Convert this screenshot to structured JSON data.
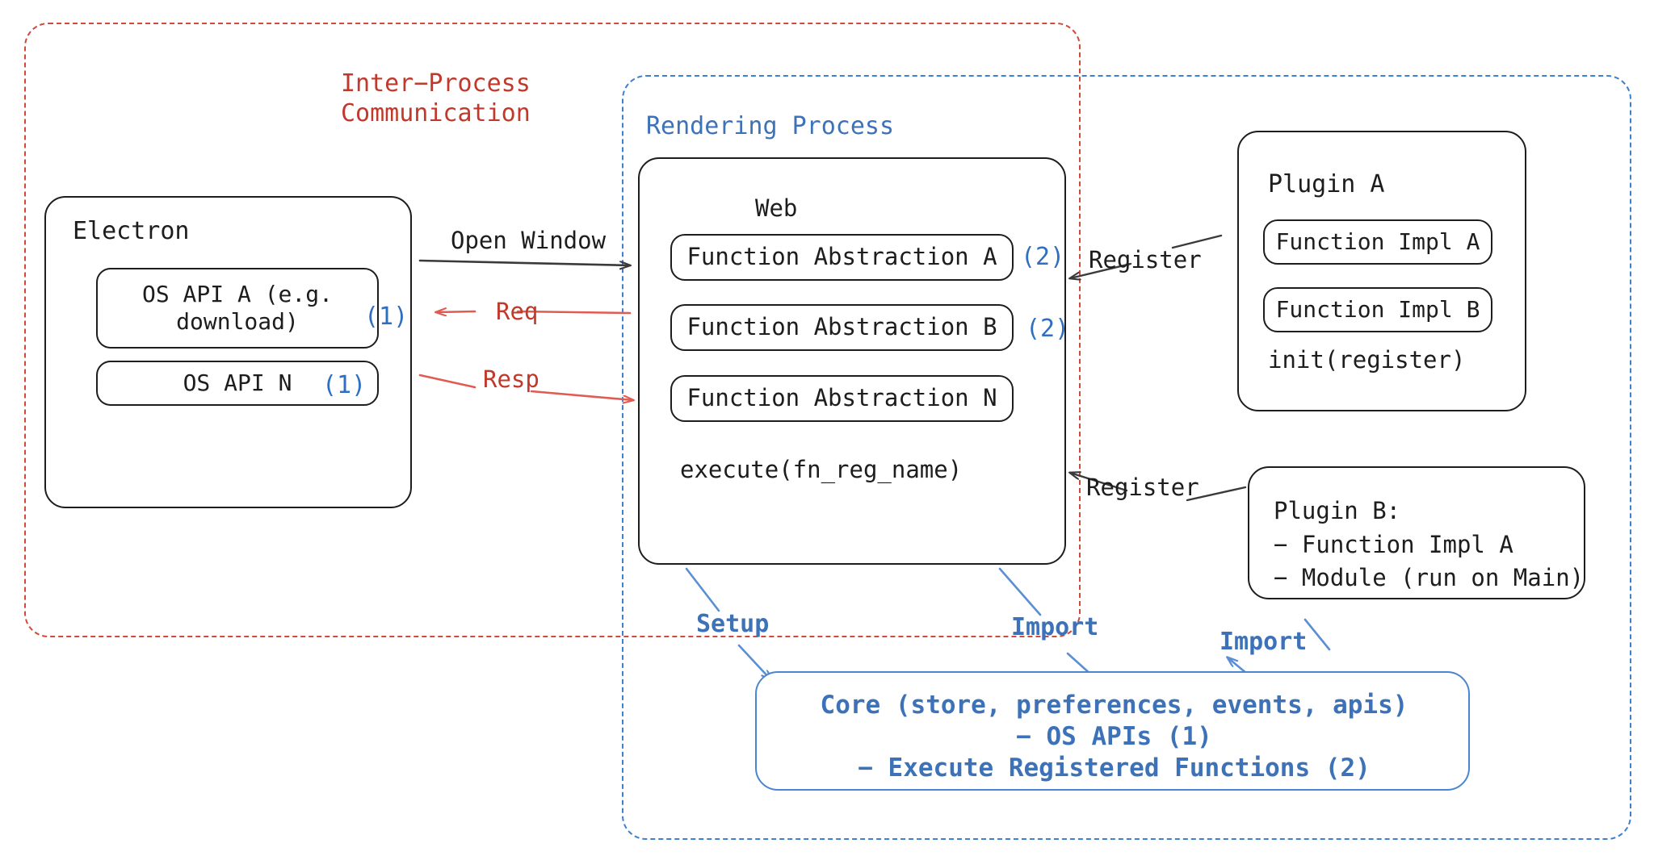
{
  "diagram": {
    "title_hidden": "",
    "colors": {
      "ipc_red": "#c0392b",
      "process_blue": "#3d72b8",
      "arrow_red": "#e05b52",
      "arrow_blue": "#5b8fd4",
      "arrow_black": "#3a3a3a",
      "node_stroke": "#1d1d1d",
      "marker_blue": "#2f6fc0"
    }
  },
  "containers": {
    "ipc": {
      "label": "Inter−Process\nCommunication"
    },
    "rendering": {
      "label": "Rendering Process"
    }
  },
  "electron": {
    "title": "Electron",
    "apis": [
      {
        "label": "OS API A (e.g.\ndownload)",
        "marker": "(1)"
      },
      {
        "label": "OS API N",
        "marker": "(1)"
      }
    ]
  },
  "web": {
    "title": "Web",
    "abstractions": [
      {
        "label": "Function Abstraction A",
        "marker": "(2)"
      },
      {
        "label": "Function Abstraction B",
        "marker": "(2)"
      },
      {
        "label": "Function Abstraction N",
        "marker": ""
      }
    ],
    "footer": "execute(fn_reg_name)"
  },
  "plugin_a": {
    "title": "Plugin A",
    "impls": [
      "Function Impl A",
      "Function Impl B"
    ],
    "footer": "init(register)"
  },
  "plugin_b": {
    "lines": [
      "Plugin B:",
      "− Function Impl A",
      "− Module (run on Main)"
    ]
  },
  "core": {
    "lines": [
      "Core (store, preferences, events, apis)",
      "− OS APIs (1)",
      "− Execute Registered Functions (2)"
    ]
  },
  "arrows": {
    "open_window": "Open Window",
    "req": "Req",
    "resp": "Resp",
    "register_a": "Register",
    "register_b": "Register",
    "setup": "Setup",
    "import_web": "Import",
    "import_plugin": "Import"
  }
}
